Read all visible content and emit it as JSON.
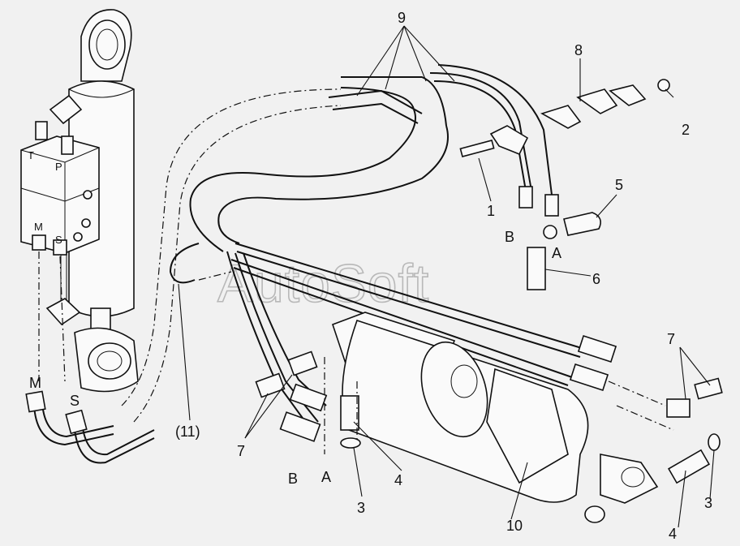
{
  "watermark": "AutoSoft",
  "callouts": {
    "c1": "1",
    "c2": "2",
    "c3a": "3",
    "c3b": "3",
    "c4a": "4",
    "c4b": "4",
    "c5": "5",
    "c6": "6",
    "c7a": "7",
    "c7b": "7",
    "c8": "8",
    "c9": "9",
    "c10": "10",
    "c11": "(11)"
  },
  "port_labels": {
    "T": "T",
    "P": "P",
    "M_valve": "M",
    "S_valve": "S",
    "M_hose": "M",
    "S_hose": "S",
    "A_mid": "A",
    "B_mid": "B",
    "A_top": "A",
    "B_top": "B"
  }
}
